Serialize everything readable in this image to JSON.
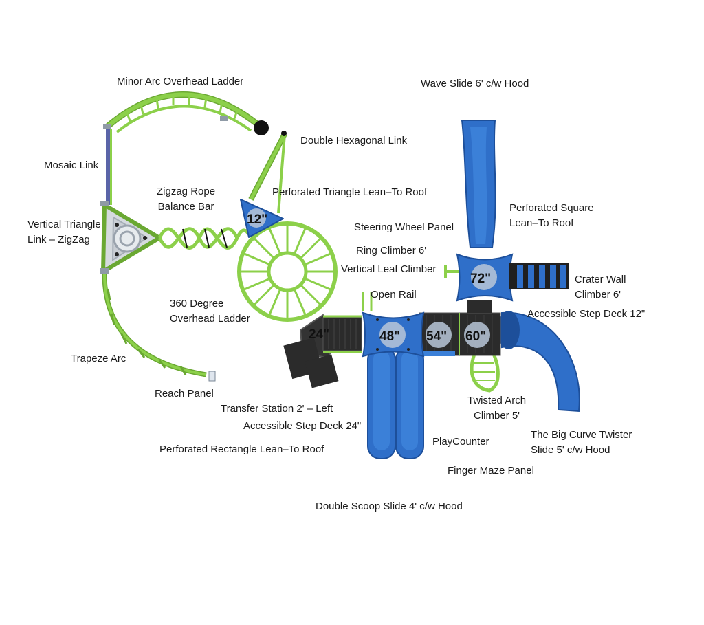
{
  "colors": {
    "green": "#8cd04a",
    "green_dark": "#6aa832",
    "blue": "#2f6fc9",
    "blue_dark": "#1d4f9a",
    "deck_black": "#2b2b2b",
    "silver": "#c9ced4",
    "post_grey": "#8f9aa6"
  },
  "decks": [
    "12\"",
    "24\"",
    "48\"",
    "54\"",
    "60\"",
    "72\""
  ],
  "labels": {
    "minor_arc": "Minor Arc Overhead Ladder",
    "wave_slide": "Wave Slide 6' c/w Hood",
    "double_hex": "Double Hexagonal Link",
    "mosaic": "Mosaic Link",
    "zigzag_rope_1": "Zigzag Rope",
    "zigzag_rope_2": "Balance Bar",
    "perf_triangle": "Perforated Triangle Lean–To Roof",
    "perf_square_1": "Perforated Square",
    "perf_square_2": "Lean–To Roof",
    "vert_triangle_1": "Vertical Triangle",
    "vert_triangle_2": "Link – ZigZag",
    "steering": "Steering Wheel Panel",
    "ring_climber": "Ring Climber 6'",
    "leaf_climber": "Vertical Leaf Climber",
    "crater_1": "Crater Wall",
    "crater_2": "Climber 6'",
    "open_rail": "Open Rail",
    "overhead_360_1": "360 Degree",
    "overhead_360_2": "Overhead Ladder",
    "step_deck_12": "Accessible Step Deck 12\"",
    "trapeze": "Trapeze Arc",
    "reach_panel": "Reach Panel",
    "twisted_1": "Twisted Arch",
    "twisted_2": "Climber 5'",
    "transfer": "Transfer Station 2' – Left",
    "step_deck_24": "Accessible Step Deck 24\"",
    "playcounter": "PlayCounter",
    "big_curve_1": "The Big Curve Twister",
    "big_curve_2": "Slide 5' c/w Hood",
    "perf_rect": "Perforated Rectangle Lean–To Roof",
    "finger_maze": "Finger Maze Panel",
    "double_scoop": "Double Scoop Slide 4' c/w Hood"
  }
}
